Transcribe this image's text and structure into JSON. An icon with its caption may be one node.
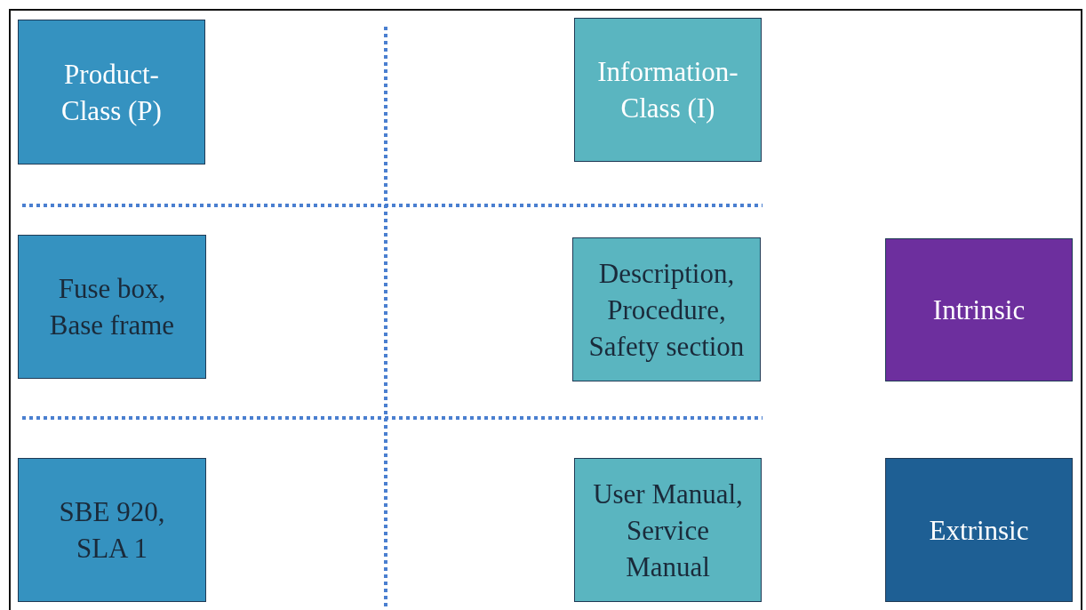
{
  "diagram": {
    "nodes": [
      {
        "text": [
          "Product-Class (P)"
        ]
      },
      {
        "text": [
          "Information-Class (I)"
        ]
      },
      {
        "text": [
          "Fuse box, Base frame"
        ]
      },
      {
        "text": [
          "Description, Procedure, Safety section"
        ]
      },
      {
        "text": [
          "Intrinsic"
        ]
      },
      {
        "text": [
          "SBE 920, SLA 1"
        ]
      },
      {
        "text": [
          "User Manual, Service Manual"
        ]
      },
      {
        "text": [
          "Extrinsic"
        ]
      }
    ]
  }
}
